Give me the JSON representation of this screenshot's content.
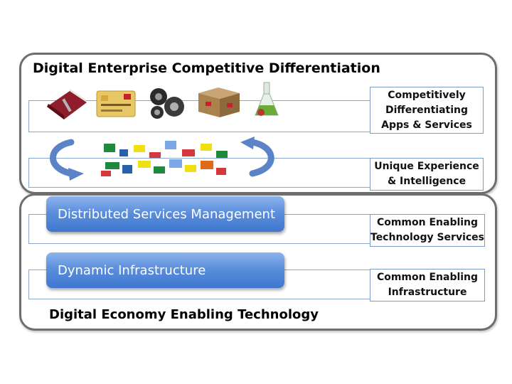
{
  "top_section": {
    "title": "Digital Enterprise Competitive Differentiation",
    "icons": [
      "book-icon",
      "credit-card-icon",
      "gears-icon",
      "cardboard-box-icon",
      "flask-icon"
    ],
    "rows": [
      {
        "label": "Competitively\nDifferentiating\nApps & Services"
      },
      {
        "label": "Unique Experience\n& Intelligence"
      }
    ]
  },
  "bottom_section": {
    "title": "Digital Economy Enabling Technology",
    "bars": [
      {
        "label": "Distributed Services Management"
      },
      {
        "label": "Dynamic Infrastructure"
      }
    ],
    "rows": [
      {
        "label": "Common Enabling\nTechnology Services"
      },
      {
        "label": "Common Enabling\nInfrastructure"
      }
    ]
  },
  "colors": {
    "panel_border": "#6e6e6e",
    "bracket_line": "#8aa6cf",
    "bar_blue": "#4a82d4"
  }
}
